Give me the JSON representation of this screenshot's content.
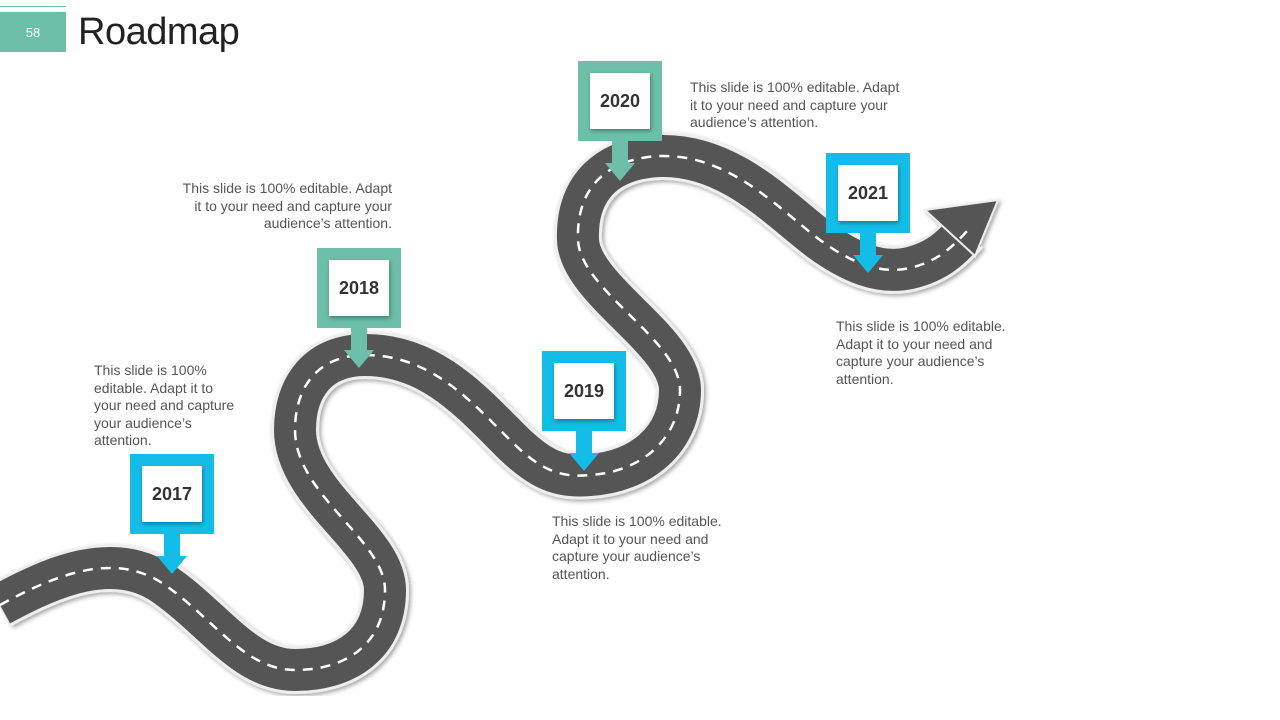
{
  "slide": {
    "number": "58",
    "title": "Roadmap"
  },
  "colors": {
    "teal": "#6dbfa8",
    "cyan": "#14bde8",
    "road": "#555555",
    "lane": "#ffffff"
  },
  "milestones": [
    {
      "year": "2017",
      "color": "cyan",
      "text": "This slide is 100% editable. Adapt it to your need and capture your audience’s attention."
    },
    {
      "year": "2018",
      "color": "teal",
      "text": "This slide is 100% editable. Adapt it to your need and capture your audience’s attention."
    },
    {
      "year": "2019",
      "color": "cyan",
      "text": "This slide is 100% editable. Adapt it to your need and capture your audience’s attention."
    },
    {
      "year": "2020",
      "color": "teal",
      "text": "This slide is 100% editable. Adapt it to your need and capture your audience’s attention."
    },
    {
      "year": "2021",
      "color": "cyan",
      "text": "This slide is 100% editable. Adapt it to your need and capture your audience’s attention."
    }
  ]
}
